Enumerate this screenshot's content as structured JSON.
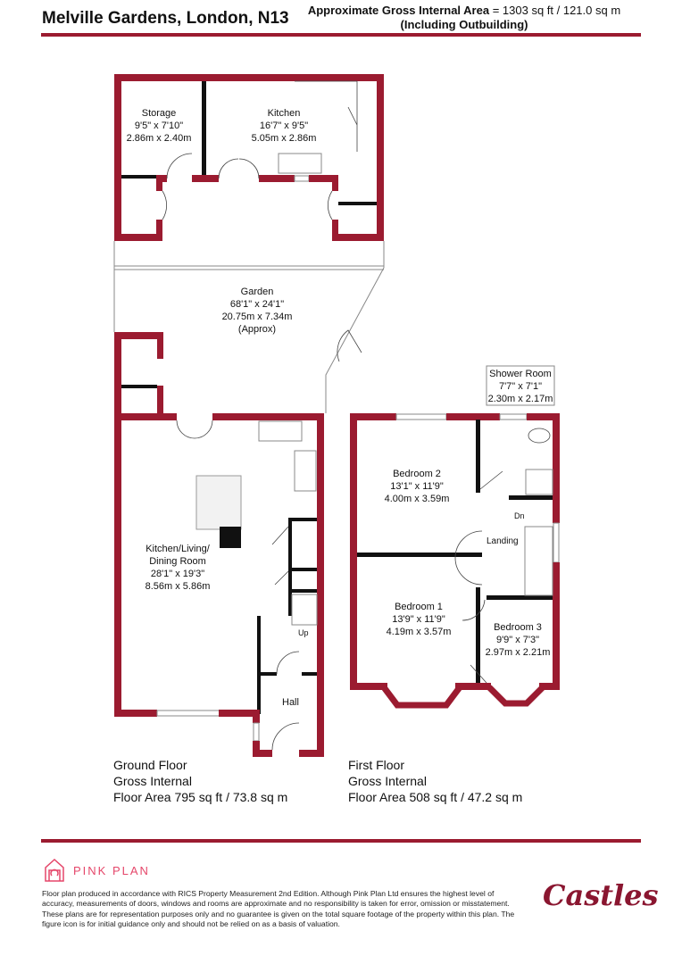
{
  "header": {
    "title": "Melville Gardens, London, N13",
    "area_label": "Approximate Gross Internal Area",
    "area_value": "= 1303 sq ft / 121.0 sq m",
    "area_note": "(Including Outbuilding)"
  },
  "colors": {
    "wall": "#9b1b30",
    "brand": "#e5476a"
  },
  "rooms": {
    "storage": {
      "name": "Storage",
      "imperial": "9'5\" x 7'10\"",
      "metric": "2.86m x 2.40m"
    },
    "kitchen": {
      "name": "Kitchen",
      "imperial": "16'7\" x 9'5\"",
      "metric": "5.05m x 2.86m"
    },
    "garden": {
      "name": "Garden",
      "imperial": "68'1\" x 24'1\"",
      "metric": "20.75m x 7.34m",
      "note": "(Approx)"
    },
    "kitchen_living": {
      "name1": "Kitchen/Living/",
      "name2": "Dining Room",
      "imperial": "28'1\" x 19'3\"",
      "metric": "8.56m x 5.86m"
    },
    "hall": {
      "name": "Hall"
    },
    "up": "Up",
    "shower": {
      "name": "Shower Room",
      "imperial": "7'7\" x 7'1\"",
      "metric": "2.30m x 2.17m"
    },
    "bedroom2": {
      "name": "Bedroom 2",
      "imperial": "13'1\" x 11'9\"",
      "metric": "4.00m x 3.59m"
    },
    "bedroom1": {
      "name": "Bedroom 1",
      "imperial": "13'9\" x 11'9\"",
      "metric": "4.19m x 3.57m"
    },
    "bedroom3": {
      "name": "Bedroom 3",
      "imperial": "9'9\" x 7'3\"",
      "metric": "2.97m x 2.21m"
    },
    "landing": "Landing",
    "dn": "Dn"
  },
  "floors": {
    "ground": {
      "line1": "Ground Floor",
      "line2": "Gross Internal",
      "line3": "Floor Area 795 sq ft / 73.8 sq m"
    },
    "first": {
      "line1": "First Floor",
      "line2": "Gross Internal",
      "line3": "Floor Area 508 sq ft / 47.2 sq m"
    }
  },
  "footer": {
    "brand": "PINK PLAN",
    "disclaimer": "Floor plan produced in accordance with RICS Property Measurement 2nd Edition. Although Pink Plan Ltd ensures the highest level of accuracy, measurements of doors, windows and rooms are approximate and no responsibility is taken for error, omission or misstatement. These plans are for representation purposes only and no guarantee is given on the total square footage of the property within this plan. The figure icon is for initial guidance only and should not be relied on as a basis of valuation.",
    "logo": "Castles"
  }
}
